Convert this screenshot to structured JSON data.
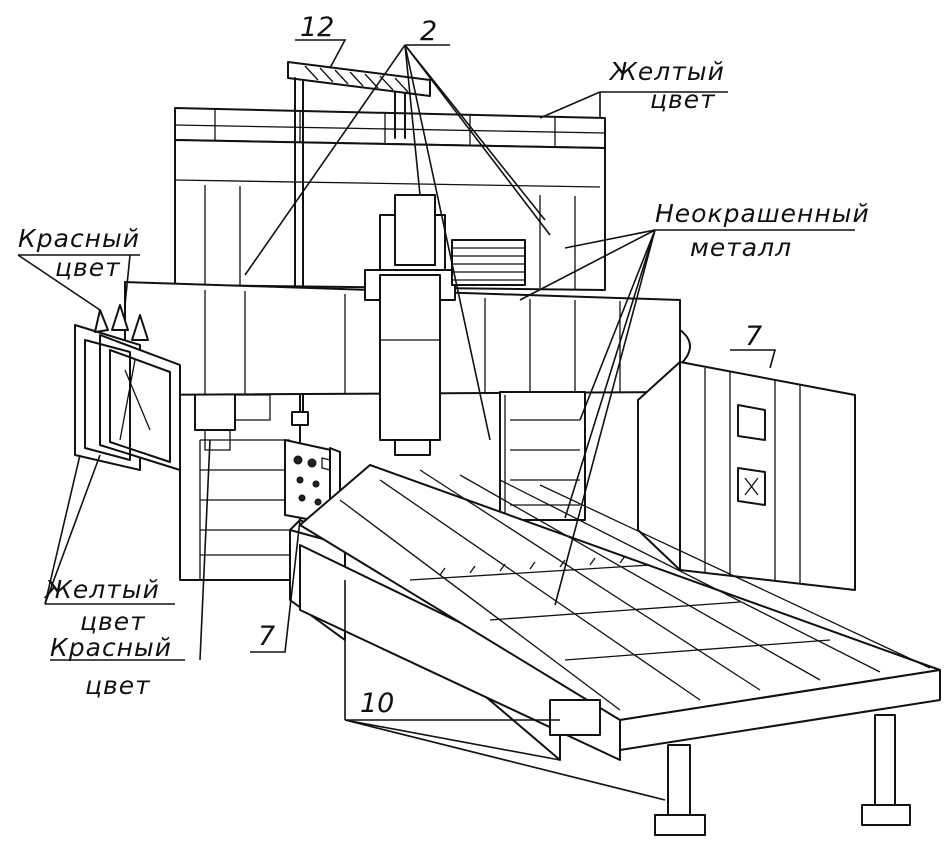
{
  "labels": {
    "n12": "12",
    "n2": "2",
    "yellow_top_1": "Желтый",
    "yellow_top_2": "цвет",
    "unpainted_1": "Неокрашенный",
    "unpainted_2": "металл",
    "red_left_1": "Красный",
    "red_left_2": "цвет",
    "n7_right": "7",
    "yellow_bottom_1": "Желтый",
    "yellow_bottom_2": "цвет",
    "red_bottom_1": "Красный",
    "red_bottom_2": "цвет",
    "n7_bottom": "7",
    "n10": "10"
  }
}
